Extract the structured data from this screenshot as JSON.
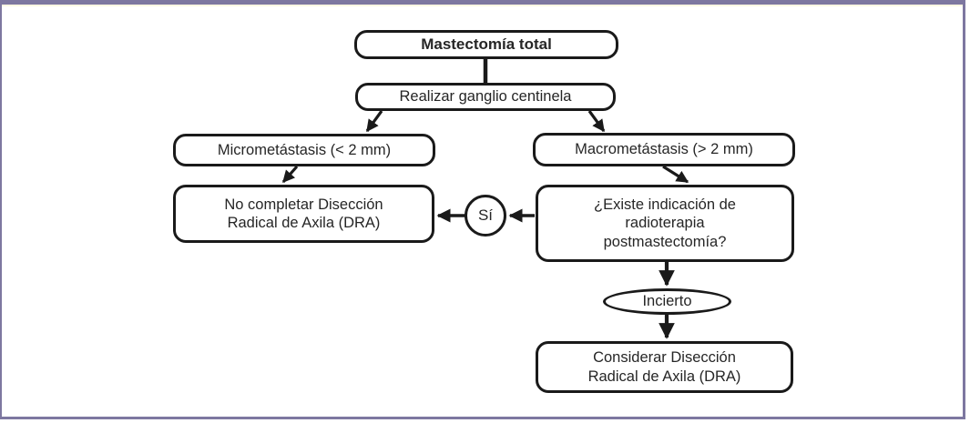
{
  "figure": {
    "type": "flowchart"
  },
  "colors": {
    "frame_border": "#7d77a0",
    "node_border": "#1a1a1a",
    "node_fill": "#ffffff",
    "text": "#262626",
    "background": "#ffffff"
  },
  "nodes": {
    "mastectomia_total": {
      "label": "Mastectomía total",
      "shape": "rounded-rect",
      "emphasis": "bold"
    },
    "realizar_ganglio": {
      "label": "Realizar ganglio centinela",
      "shape": "rounded-rect"
    },
    "micrometastasis": {
      "label": "Micrometástasis (< 2 mm)",
      "shape": "rounded-rect"
    },
    "macrometastasis": {
      "label": "Macrometástasis (> 2 mm)",
      "shape": "rounded-rect"
    },
    "no_completar_dra": {
      "label": "No completar Disección Radical de Axila (DRA)",
      "shape": "rounded-rect"
    },
    "existe_indicacion_rt": {
      "label": "¿Existe indicación de radioterapia postmastectomía?",
      "shape": "rounded-rect"
    },
    "si": {
      "label": "Sí",
      "shape": "circle"
    },
    "incierto": {
      "label": "Incierto",
      "shape": "ellipse"
    },
    "considerar_dra": {
      "label": "Considerar Disección Radical de Axila (DRA)",
      "shape": "rounded-rect"
    }
  },
  "edges": [
    {
      "from": "mastectomia_total",
      "to": "realizar_ganglio",
      "style": "line"
    },
    {
      "from": "realizar_ganglio",
      "to": "micrometastasis",
      "style": "arrow"
    },
    {
      "from": "realizar_ganglio",
      "to": "macrometastasis",
      "style": "arrow"
    },
    {
      "from": "micrometastasis",
      "to": "no_completar_dra",
      "style": "arrow"
    },
    {
      "from": "macrometastasis",
      "to": "existe_indicacion_rt",
      "style": "arrow"
    },
    {
      "from": "existe_indicacion_rt",
      "to": "si",
      "style": "arrow"
    },
    {
      "from": "si",
      "to": "no_completar_dra",
      "style": "arrow"
    },
    {
      "from": "existe_indicacion_rt",
      "to": "incierto",
      "style": "arrow"
    },
    {
      "from": "incierto",
      "to": "considerar_dra",
      "style": "arrow"
    }
  ]
}
